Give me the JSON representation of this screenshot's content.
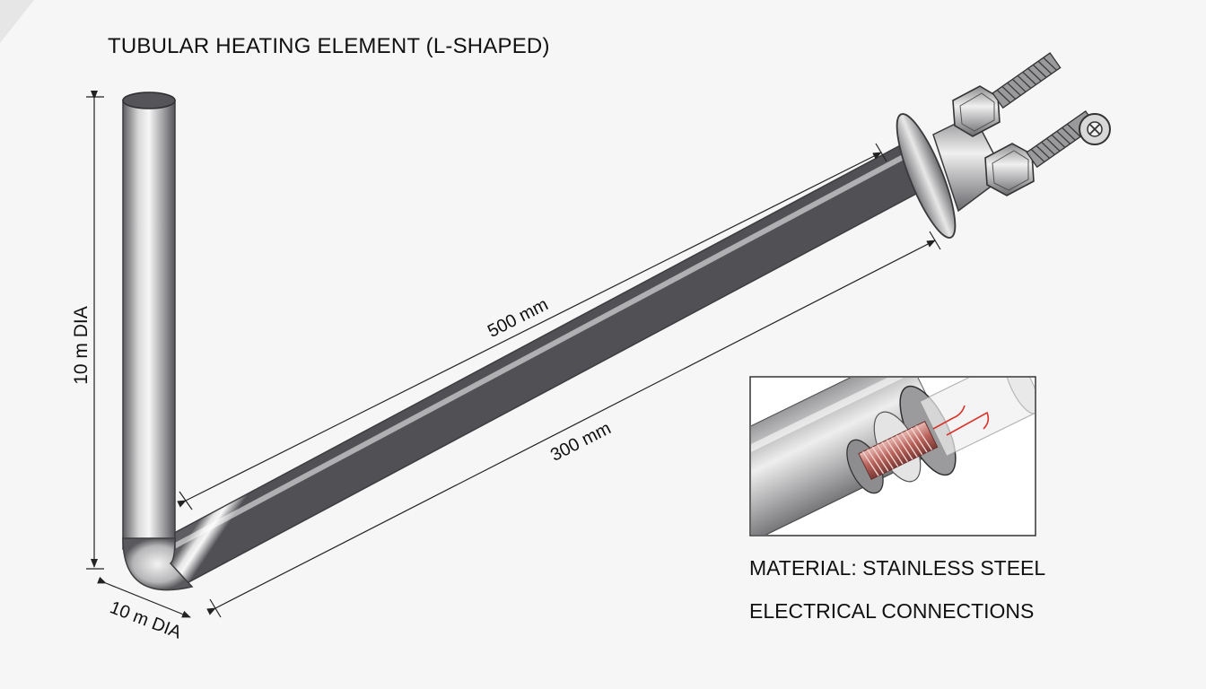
{
  "title": "TUBULAR HEATING ELEMENT (L-SHAPED)",
  "dimensions": {
    "vertical_dia": "10 m DIA",
    "bottom_dia": "10 m DIA",
    "length_upper": "500 mm",
    "length_lower": "300 mm"
  },
  "notes": {
    "material": "MATERIAL: STAINLESS STEEL",
    "connections": "ELECTRICAL CONNECTIONS"
  },
  "colors": {
    "steel_dark": "#6f6f73",
    "steel_light": "#f2f2f2",
    "coil": "#b8635c",
    "wire": "#d9342b",
    "dimension_line": "#222222"
  }
}
